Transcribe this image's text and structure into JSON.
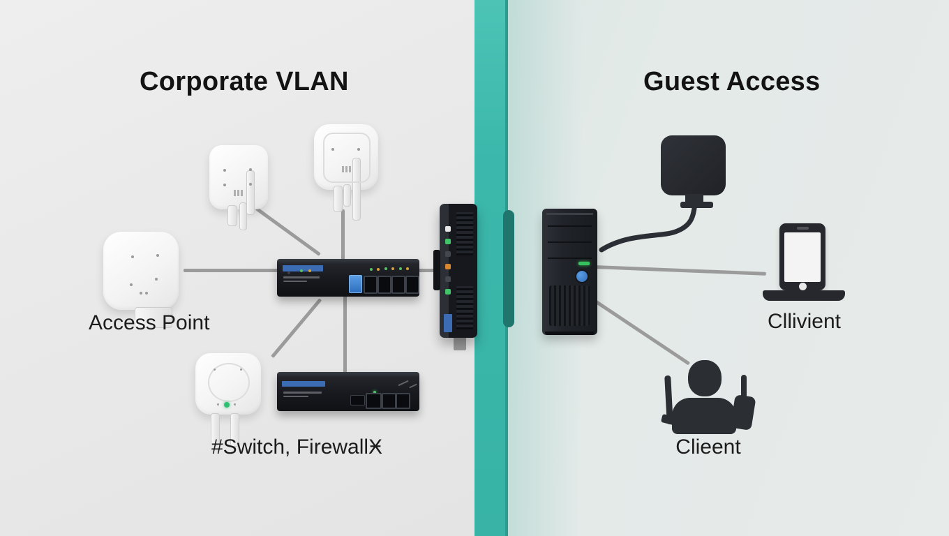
{
  "meta": {
    "description": "Corporate VLAN vs Guest Access network segmentation diagram"
  },
  "colors": {
    "background_left": "#e9e9e9",
    "background_right": "#e2e9e8",
    "divider_teal": "#3bb8ab",
    "divider_edge_teal": "#2a9c90",
    "mount_tab_teal": "#20756c",
    "connection_line_gray": "#9b9b9b",
    "device_chassis_black": "#17191e",
    "status_led_green": "#37c15e",
    "port_led_amber": "#d9a43a",
    "uplink_port_blue": "#3d7fd0",
    "power_button_blue": "#3578c6",
    "device_label_blue": "#3c6cb4"
  },
  "left_zone": {
    "title": "Corporate VLAN",
    "access_point_label": "Access Point",
    "switch_firewall_label": "#Switch, FirewallӾ",
    "icons": [
      "access-point-upper-left",
      "access-point-top",
      "access-point-large-left",
      "access-point-bottom",
      "poe-switch-5-port",
      "firewall-appliance"
    ]
  },
  "center_zone": {
    "icons": [
      "security-gateway-wall-mounted",
      "divider-bar",
      "divider-mount-tab"
    ]
  },
  "right_zone": {
    "title": "Guest Access",
    "client_top_label": "Cllivient",
    "client_bottom_label": "Clieent",
    "icons": [
      "wall-plug-adapter",
      "server-tower",
      "tablet-with-dock",
      "guest-user-with-devices"
    ]
  }
}
